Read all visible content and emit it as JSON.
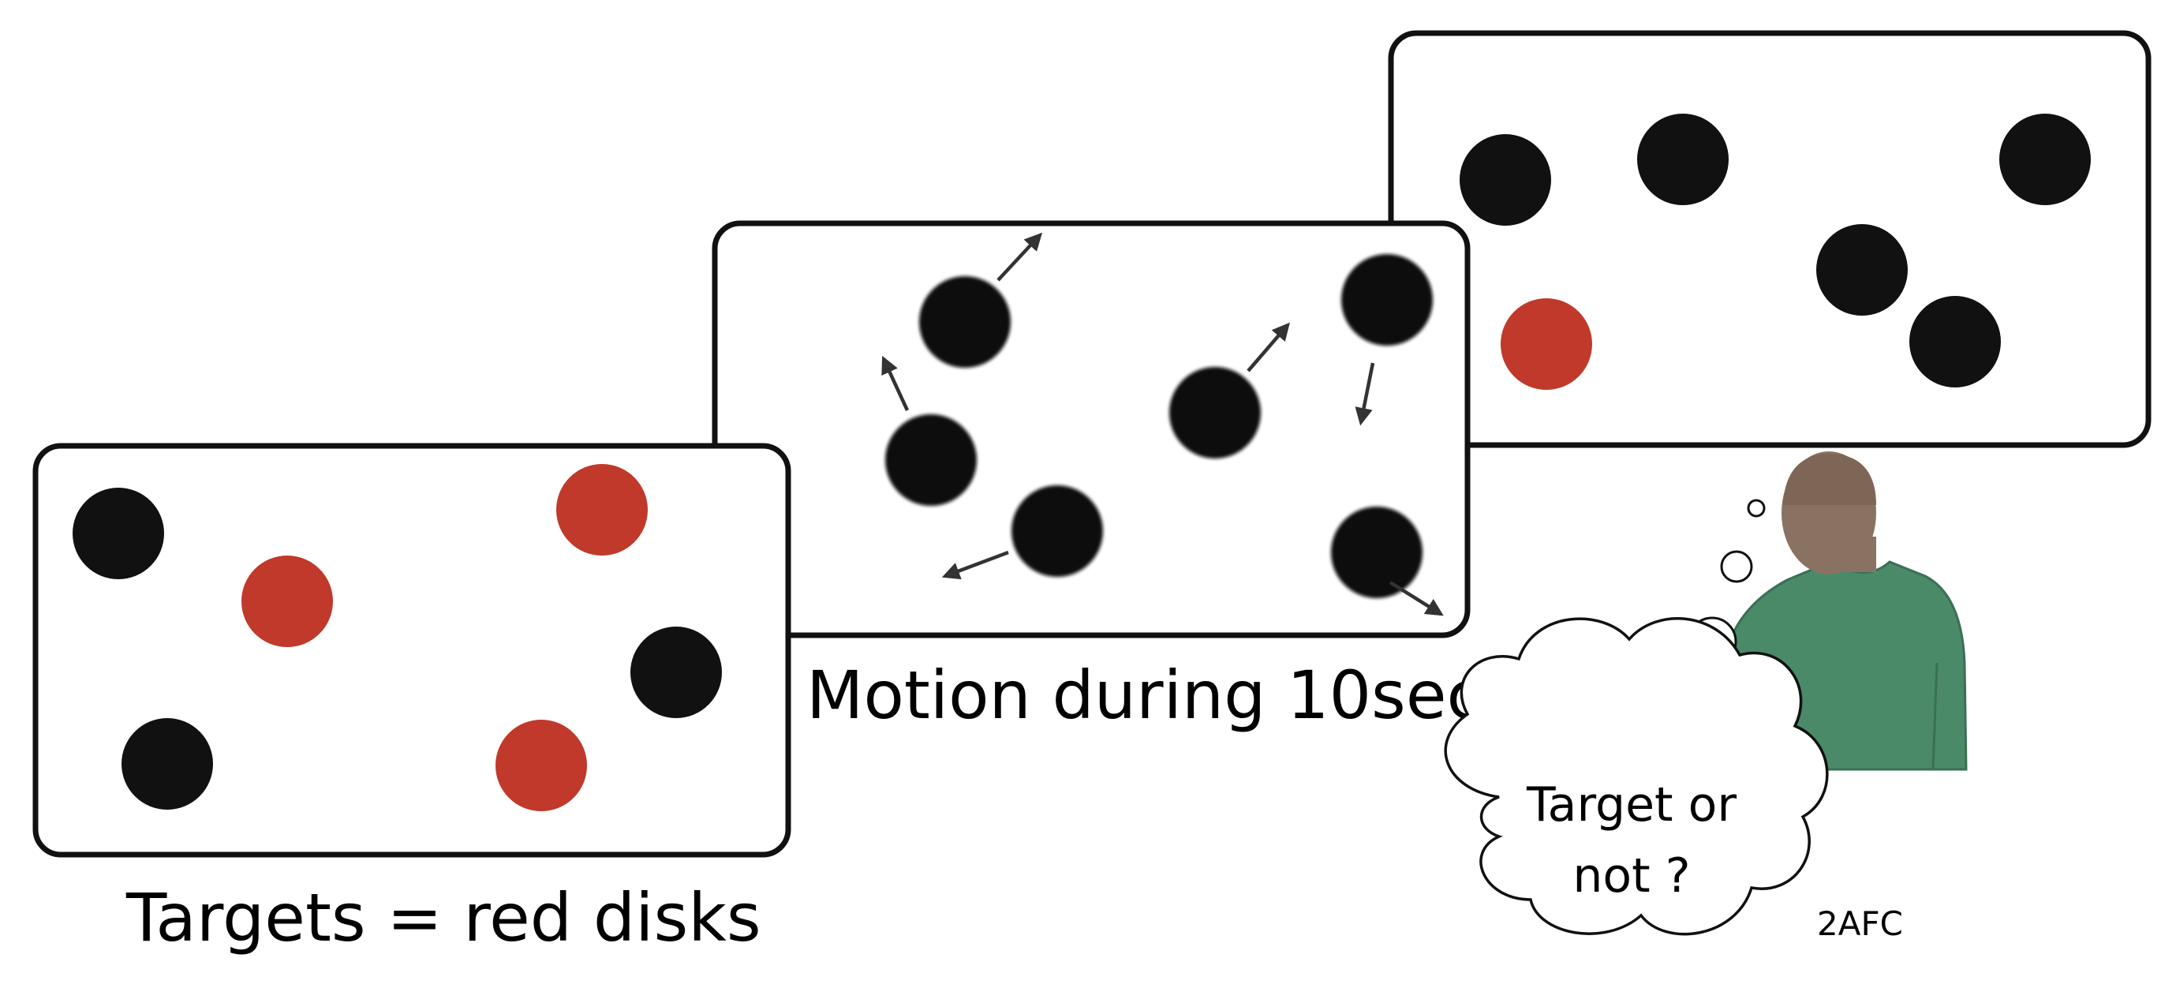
{
  "diagram": {
    "title": "",
    "colors": {
      "target": "#c0392b",
      "distractor": "#111111",
      "figure_shirt": "#4a8a68",
      "figure_hair": "#8a7262"
    },
    "stages": [
      {
        "id": "targets",
        "caption": "Targets = red disks"
      },
      {
        "id": "motion",
        "caption": "Motion during 10sec"
      },
      {
        "id": "response",
        "caption": ""
      }
    ],
    "thought_bubble": {
      "line1": "Target or",
      "line2": "not ?"
    },
    "task_label": "2AFC"
  }
}
